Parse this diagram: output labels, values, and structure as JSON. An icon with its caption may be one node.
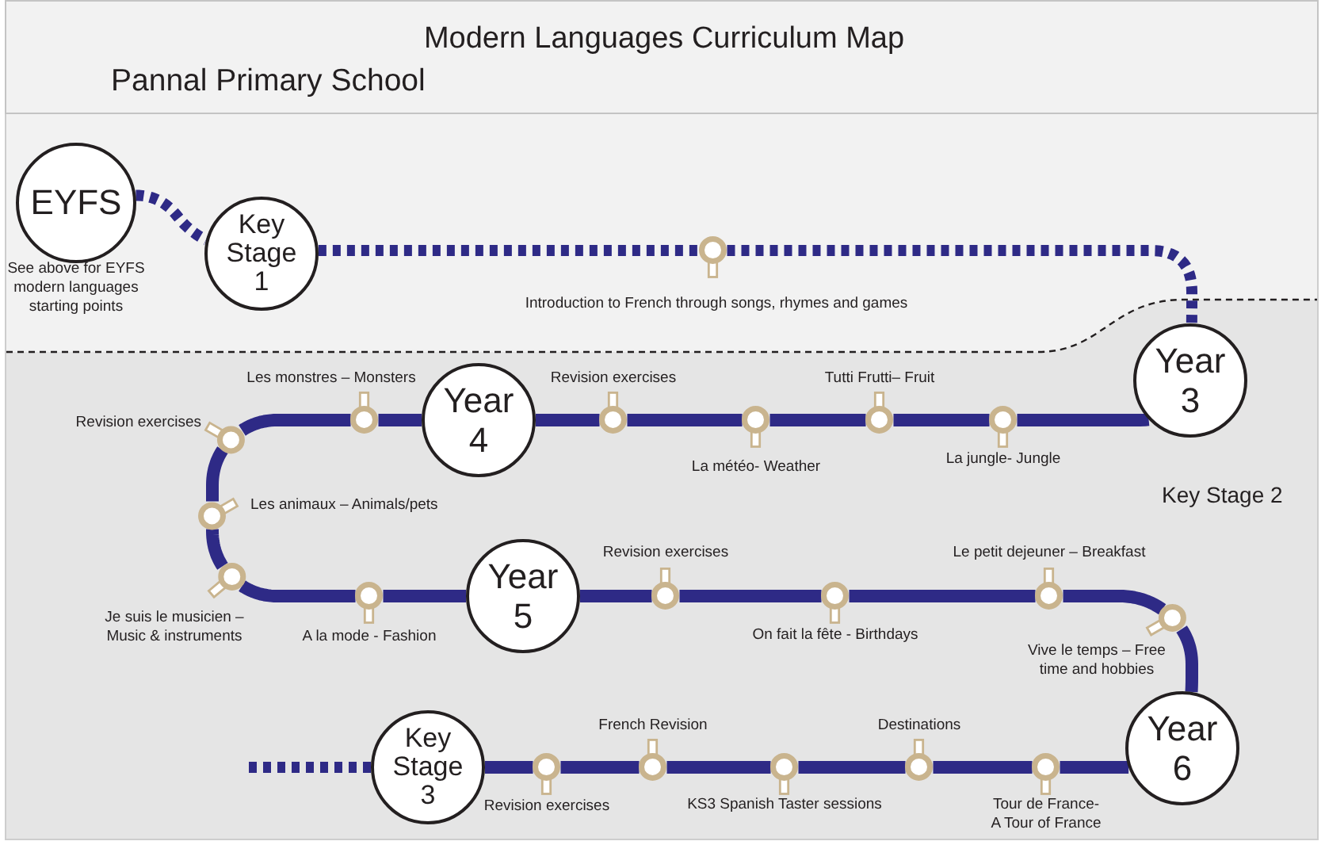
{
  "diagram": {
    "title": "Modern Languages Curriculum Map",
    "nodes": [
      {
        "text": [
          "EYFS"
        ],
        "beside": [
          "See above for EYFS modern languages starting points"
        ]
      },
      {
        "text": [
          "Key Stage 1"
        ]
      },
      {
        "text": [],
        "shape": "circle",
        "beside": [
          "Introduction to French through songs, rhymes and games"
        ]
      },
      {
        "text": [
          "Key Stage 2"
        ]
      },
      {
        "text": [
          "Year 3"
        ],
        "in": 3
      },
      {
        "text": [],
        "shape": "circle",
        "in": 3,
        "beside": [
          "La jungle- Jungle"
        ]
      },
      {
        "text": [],
        "shape": "circle",
        "in": 3,
        "beside": [
          "Tutti Frutti– Fruit"
        ]
      },
      {
        "text": [],
        "shape": "circle",
        "in": 3,
        "beside": [
          "La météo- Weather"
        ]
      },
      {
        "text": [],
        "shape": "circle",
        "in": 3,
        "beside": [
          "Revision exercises"
        ]
      },
      {
        "text": [
          "Year 4"
        ],
        "in": 3
      },
      {
        "text": [],
        "shape": "circle",
        "in": 3,
        "beside": [
          "Les monstres – Monsters"
        ]
      },
      {
        "text": [],
        "shape": "circle",
        "in": 3,
        "beside": [
          "Revision exercises"
        ]
      },
      {
        "text": [],
        "shape": "circle",
        "in": 3,
        "beside": [
          "Les animaux – Animals/pets"
        ]
      },
      {
        "text": [],
        "shape": "circle",
        "in": 3,
        "beside": [
          "Je suis le musicien – Music & instruments"
        ]
      },
      {
        "text": [],
        "shape": "circle",
        "in": 3,
        "beside": [
          "A la mode - Fashion"
        ]
      },
      {
        "text": [
          "Year 5"
        ],
        "in": 3
      },
      {
        "text": [],
        "shape": "circle",
        "in": 3,
        "beside": [
          "Revision exercises"
        ]
      },
      {
        "text": [],
        "shape": "circle",
        "in": 3,
        "beside": [
          "On fait la fête - Birthdays"
        ]
      },
      {
        "text": [],
        "shape": "circle",
        "in": 3,
        "beside": [
          "Le petit dejeuner – Breakfast"
        ]
      },
      {
        "text": [],
        "shape": "circle",
        "in": 3,
        "beside": [
          "Vive le temps – Free time and hobbies"
        ]
      },
      {
        "text": [
          "Year 6"
        ],
        "in": 3
      },
      {
        "text": [],
        "shape": "circle",
        "in": 3,
        "beside": [
          "Tour de France- A Tour of France"
        ]
      },
      {
        "text": [],
        "shape": "circle",
        "in": 3,
        "beside": [
          "Destinations"
        ]
      },
      {
        "text": [],
        "shape": "circle",
        "in": 3,
        "beside": [
          "KS3 Spanish Taster sessions"
        ]
      },
      {
        "text": [],
        "shape": "circle",
        "in": 3,
        "beside": [
          "French Revision"
        ]
      },
      {
        "text": [],
        "shape": "circle",
        "in": 3,
        "beside": [
          "Revision exercises"
        ]
      },
      {
        "text": [
          "Key Stage 3"
        ],
        "in": 3
      }
    ],
    "edges": [
      {
        "from": 0,
        "to": 1,
        "arrow": "none",
        "style": "dashed"
      },
      {
        "from": 1,
        "to": 2,
        "arrow": "none",
        "style": "dashed"
      },
      {
        "from": 2,
        "to": 4,
        "arrow": "none",
        "style": "dashed"
      },
      {
        "from": 4,
        "to": 5,
        "arrow": "none"
      },
      {
        "from": 5,
        "to": 6,
        "arrow": "none"
      },
      {
        "from": 6,
        "to": 7,
        "arrow": "none"
      },
      {
        "from": 7,
        "to": 8,
        "arrow": "none"
      },
      {
        "from": 8,
        "to": 9,
        "arrow": "none"
      },
      {
        "from": 9,
        "to": 10,
        "arrow": "none"
      },
      {
        "from": 10,
        "to": 11,
        "arrow": "none"
      },
      {
        "from": 11,
        "to": 12,
        "arrow": "none"
      },
      {
        "from": 12,
        "to": 13,
        "arrow": "none"
      },
      {
        "from": 13,
        "to": 14,
        "arrow": "none"
      },
      {
        "from": 14,
        "to": 15,
        "arrow": "none"
      },
      {
        "from": 15,
        "to": 16,
        "arrow": "none"
      },
      {
        "from": 16,
        "to": 17,
        "arrow": "none"
      },
      {
        "from": 17,
        "to": 18,
        "arrow": "none"
      },
      {
        "from": 18,
        "to": 19,
        "arrow": "none"
      },
      {
        "from": 19,
        "to": 20,
        "arrow": "none"
      },
      {
        "from": 20,
        "to": 21,
        "arrow": "none"
      },
      {
        "from": 21,
        "to": 22,
        "arrow": "none"
      },
      {
        "from": 22,
        "to": 23,
        "arrow": "none"
      },
      {
        "from": 23,
        "to": 24,
        "arrow": "none"
      },
      {
        "from": 24,
        "to": 25,
        "arrow": "none"
      },
      {
        "from": 25,
        "to": 26,
        "arrow": "none"
      },
      {
        "from": 26,
        "to": null,
        "arrow": "none",
        "style": "dashed"
      }
    ],
    "labels": [
      "Pannal Primary School"
    ]
  }
}
